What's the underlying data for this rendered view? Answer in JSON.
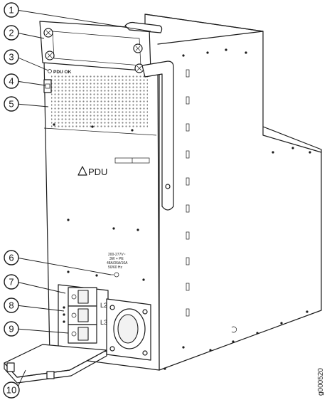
{
  "callouts": [
    {
      "number": "1"
    },
    {
      "number": "2"
    },
    {
      "number": "3"
    },
    {
      "number": "4"
    },
    {
      "number": "5"
    },
    {
      "number": "6"
    },
    {
      "number": "7"
    },
    {
      "number": "8"
    },
    {
      "number": "9"
    },
    {
      "number": "10"
    }
  ],
  "panel": {
    "status_led_label": "PDU OK",
    "brand_label": "PDU",
    "rating_lines": [
      "200-277V~",
      "3W + PE",
      "48A/36A/16A",
      "50/60 Hz"
    ],
    "phase_labels": [
      "L2",
      "L3"
    ]
  },
  "figure_id": "g000520"
}
